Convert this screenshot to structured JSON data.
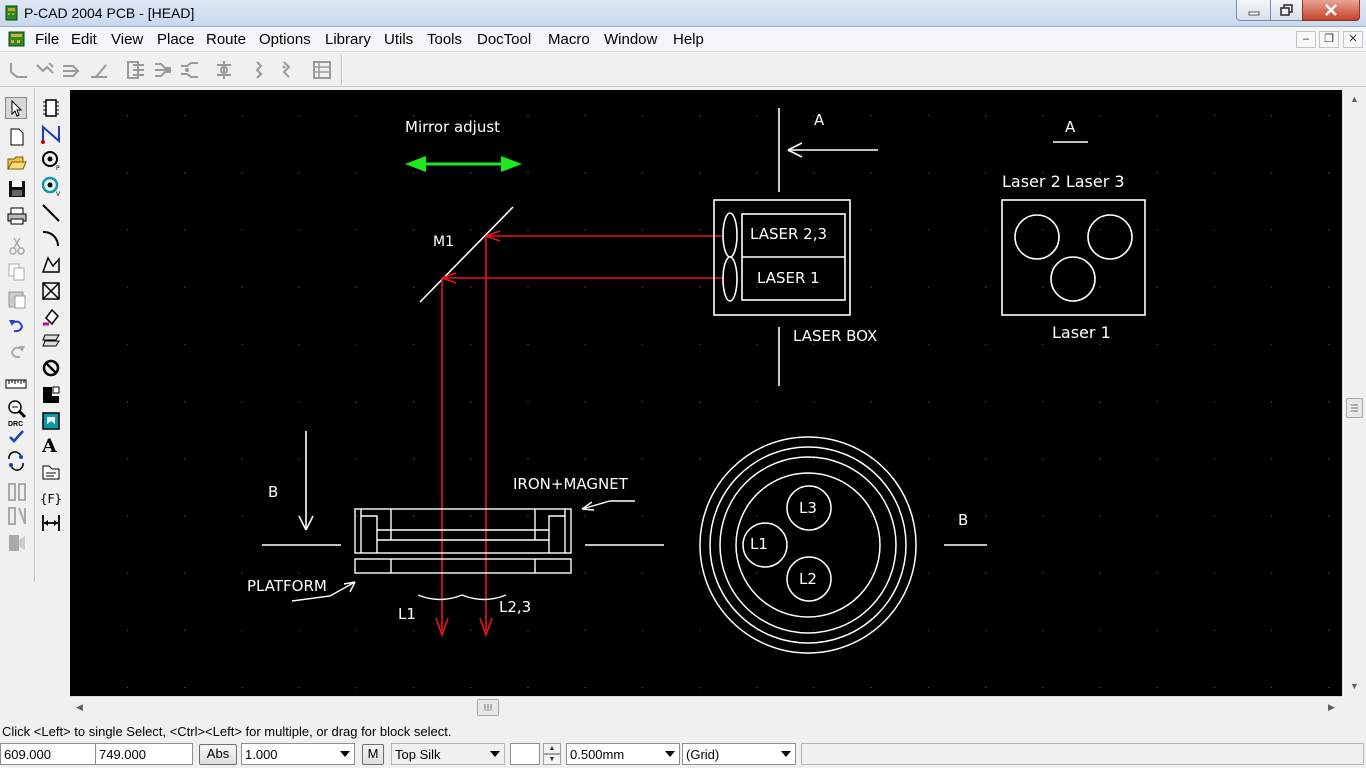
{
  "window": {
    "title": "P-CAD 2004 PCB - [HEAD]"
  },
  "menu": [
    "File",
    "Edit",
    "View",
    "Place",
    "Route",
    "Options",
    "Library",
    "Utils",
    "Tools",
    "DocTool",
    "Macro",
    "Window",
    "Help"
  ],
  "toolbar": {
    "icons": [
      "route-manual-icon",
      "route-interactive-icon",
      "route-multi-trace-icon",
      "route-miter-icon",
      "bus-route-icon",
      "fanout-icon",
      "push-traces-icon",
      "gloss-icon",
      "cut-segment-icon",
      "retrace-icon",
      "layer-stackup-icon"
    ]
  },
  "left_toolbar": {
    "column1": [
      "select-icon",
      "new-file-icon",
      "open-folder-icon",
      "save-icon",
      "print-icon",
      "cut-icon",
      "copy-icon",
      "paste-icon",
      "undo-icon",
      "redo-icon",
      "measure-icon",
      "zoom-icon",
      "drc-icon",
      "redraw-icon",
      "place-pad-icon",
      "place-via-icon",
      "highlight-icon"
    ],
    "column2": [
      "place-component-icon",
      "place-connection-icon",
      "place-pad-icon-2",
      "place-via-icon-2",
      "place-line-icon",
      "place-arc-icon",
      "place-polygon-icon",
      "place-keepout-icon",
      "place-copper-pour-icon",
      "place-plane-icon",
      "place-cutout-icon",
      "place-point-icon",
      "place-room-icon",
      "place-text-icon",
      "place-attribute-icon",
      "place-field-icon",
      "place-dimension-icon"
    ],
    "drc_label": "DRC",
    "field_label": "{F}",
    "text_label": "A"
  },
  "drawing": {
    "mirror_adjust": "Mirror adjust",
    "m1": "M1",
    "laser_23": "LASER 2,3",
    "laser_1": "LASER 1",
    "laser_box": "LASER BOX",
    "section_a_arrow": "A",
    "section_a_view": "A",
    "laser2_laser3": "Laser 2  Laser 3",
    "laser1_view": "Laser 1",
    "section_b_arrow": "B",
    "section_b_view": "B",
    "iron_magnet": "IRON+MAGNET",
    "platform": "PLATFORM",
    "l1_beam": "L1",
    "l23_beam": "L2,3",
    "circle_l1": "L1",
    "circle_l2": "L2",
    "circle_l3": "L3",
    "colors": {
      "background": "#000000",
      "lines": "#ffffff",
      "beams": "#e8141c",
      "mirror_arrow": "#1ee81e",
      "grid": "#5a5a5a"
    }
  },
  "status": {
    "message": "Click <Left> to single Select, <Ctrl><Left> for multiple, or drag for block select."
  },
  "bottom": {
    "x_coord": "609.000",
    "y_coord": "749.000",
    "abs_button": "Abs",
    "grid_value": "1.000",
    "m_button": "M",
    "layer": "Top Silk",
    "line_width": "0.500mm",
    "grid_mode": "(Grid)"
  }
}
